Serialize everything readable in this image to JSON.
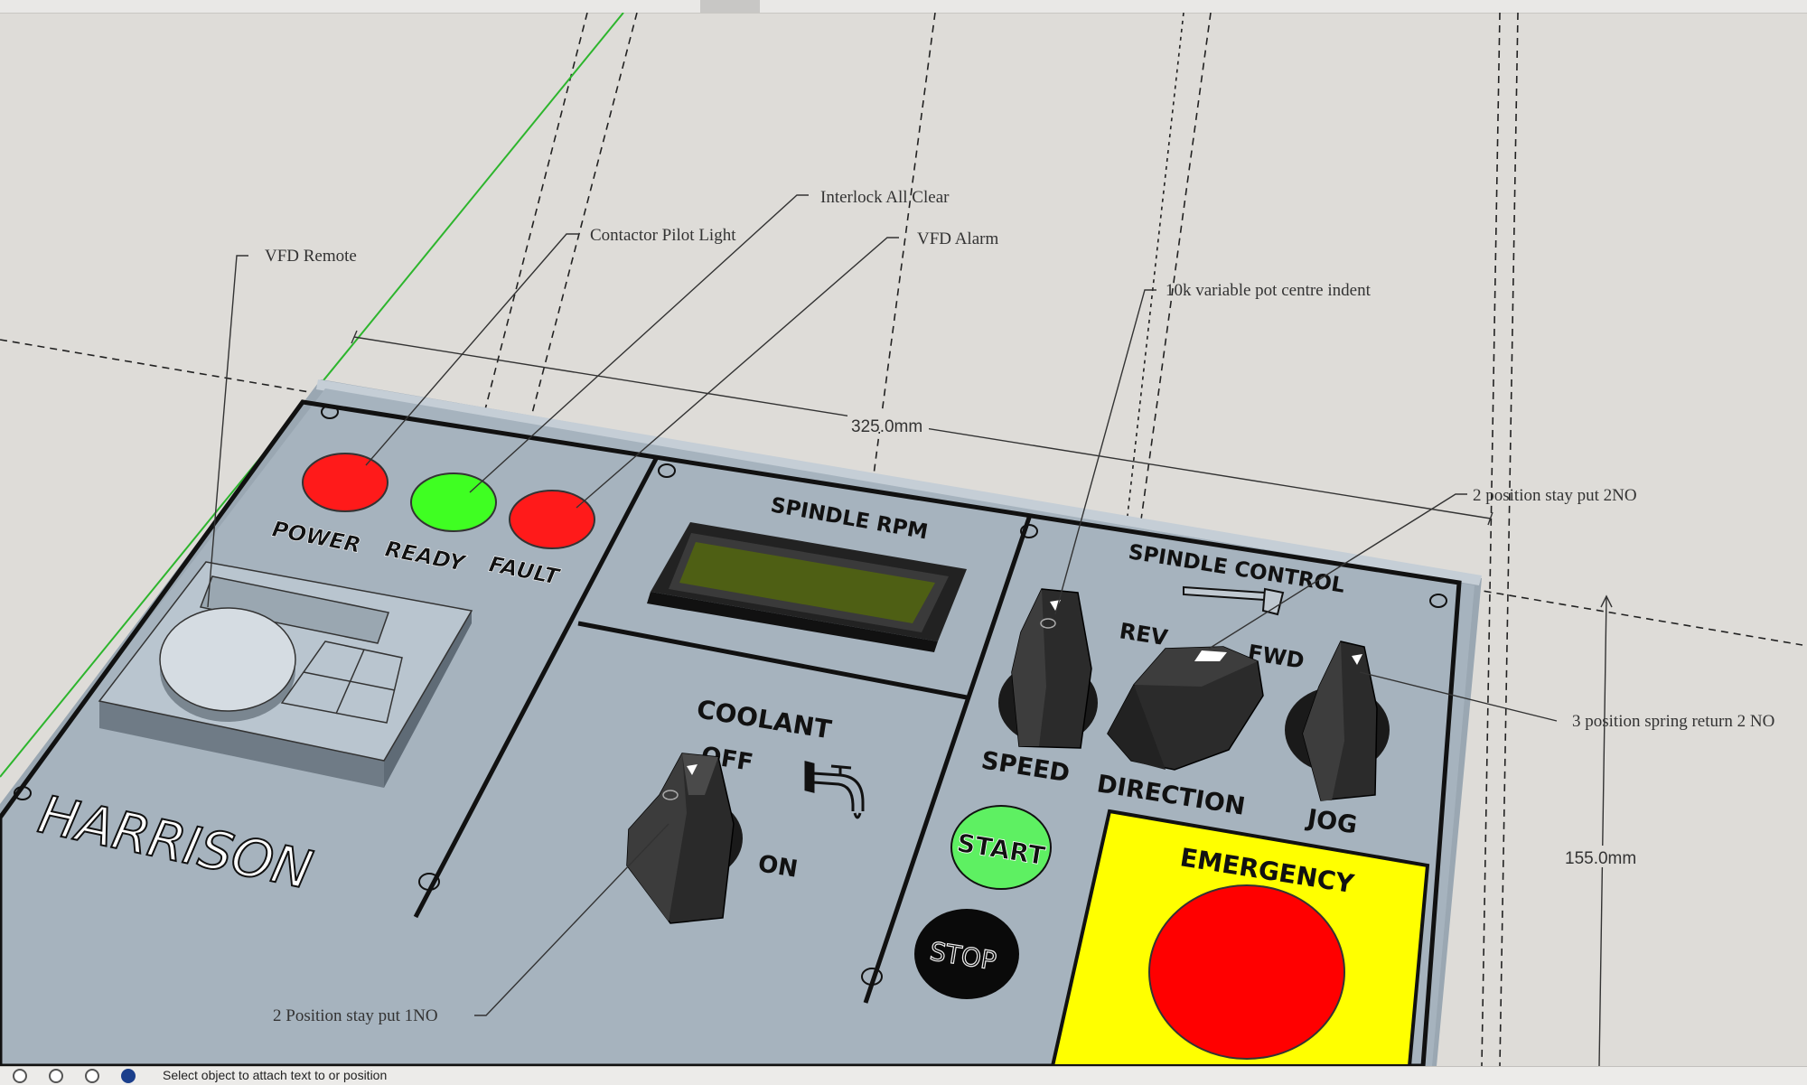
{
  "annotations": {
    "vfd_remote": "VFD Remote",
    "contactor_pilot_light": "Contactor Pilot Light",
    "interlock_all_clear": "Interlock All Clear",
    "vfd_alarm": "VFD Alarm",
    "pot": "10k variable pot centre indent",
    "two_pos_2no": "2 position stay put 2NO",
    "three_pos": "3 position spring return 2 NO",
    "two_pos_1no": "2 Position stay put 1NO"
  },
  "dimensions": {
    "width": "325.0mm",
    "height": "155.0mm"
  },
  "panel": {
    "brand": "HARRISON",
    "power": "POWER",
    "ready": "READY",
    "fault": "FAULT",
    "spindle_rpm": "SPINDLE RPM",
    "coolant": "COOLANT",
    "off": "OFF",
    "on": "ON",
    "spindle_control": "SPINDLE CONTROL",
    "rev": "REV",
    "fwd": "FWD",
    "speed": "SPEED",
    "direction": "DIRECTION",
    "jog": "JOG",
    "start": "START",
    "stop": "STOP",
    "emergency": "EMERGENCY"
  },
  "colors": {
    "panel": "#a4b1bc",
    "led_red": "#ff1a1a",
    "led_green": "#3fff22",
    "lcd": "#4e5f14",
    "emergency_bg": "#ffff00"
  },
  "status": {
    "text": "Select object to attach text to or position"
  }
}
